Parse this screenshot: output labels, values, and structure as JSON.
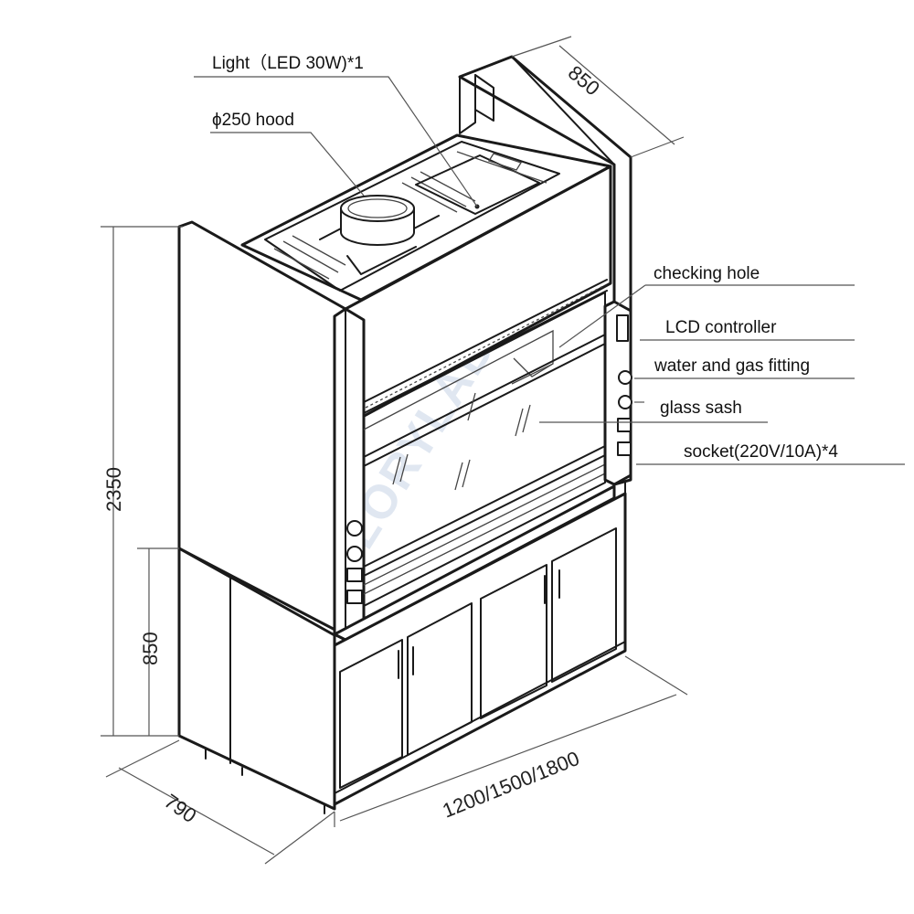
{
  "labels": {
    "light": "Light（LED 30W)*1",
    "hood": "ϕ250 hood",
    "checking_hole": "checking hole",
    "lcd_controller": "LCD controller",
    "water_gas": "water and gas fitting",
    "glass_sash": "glass sash",
    "socket": "socket(220V/10A)*4"
  },
  "dimensions": {
    "depth_top": "850",
    "height_total": "2350",
    "base_height": "850",
    "depth_bottom": "790",
    "width": "1200/1500/1800"
  },
  "watermark": "GLORYLAB"
}
